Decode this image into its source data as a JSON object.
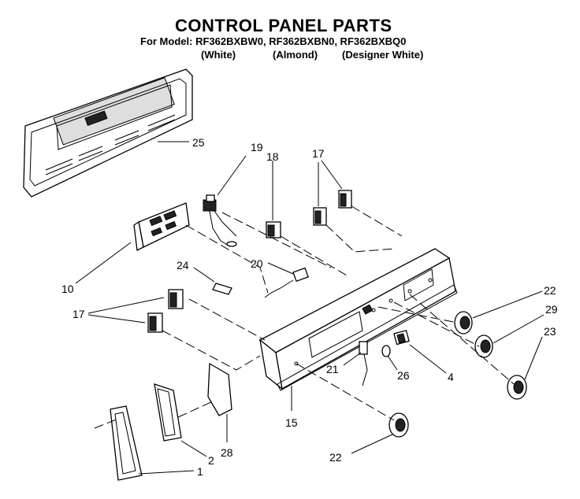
{
  "header": {
    "title": "CONTROL PANEL PARTS",
    "model_prefix": "For Model:",
    "models": "RF362BXBW0, RF362BXBN0, RF362BXBQ0",
    "variants": [
      "(White)",
      "(Almond)",
      "(Designer White)"
    ]
  },
  "callouts": {
    "c25": "25",
    "c19": "19",
    "c18": "18",
    "c17a": "17",
    "c10": "10",
    "c20": "20",
    "c24": "24",
    "c17b": "17",
    "c22a": "22",
    "c29": "29",
    "c23": "23",
    "c21": "21",
    "c26": "26",
    "c4": "4",
    "c15": "15",
    "c2": "2",
    "c28": "28",
    "c1": "1",
    "c22b": "22"
  }
}
